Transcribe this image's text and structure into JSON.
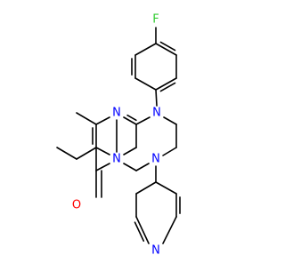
{
  "molecule": {
    "atom_labels": {
      "fluorine": "F",
      "n_aryl": "N",
      "n_pyrimidine": "N",
      "n_fused": "N",
      "n_benzyl": "N",
      "n_pyridine": "N",
      "oxygen": "O"
    },
    "colors": {
      "bond": "#000000",
      "carbon": "#000000",
      "nitrogen": "#0000ff",
      "oxygen": "#ff0000",
      "fluorine": "#33cc33"
    }
  }
}
